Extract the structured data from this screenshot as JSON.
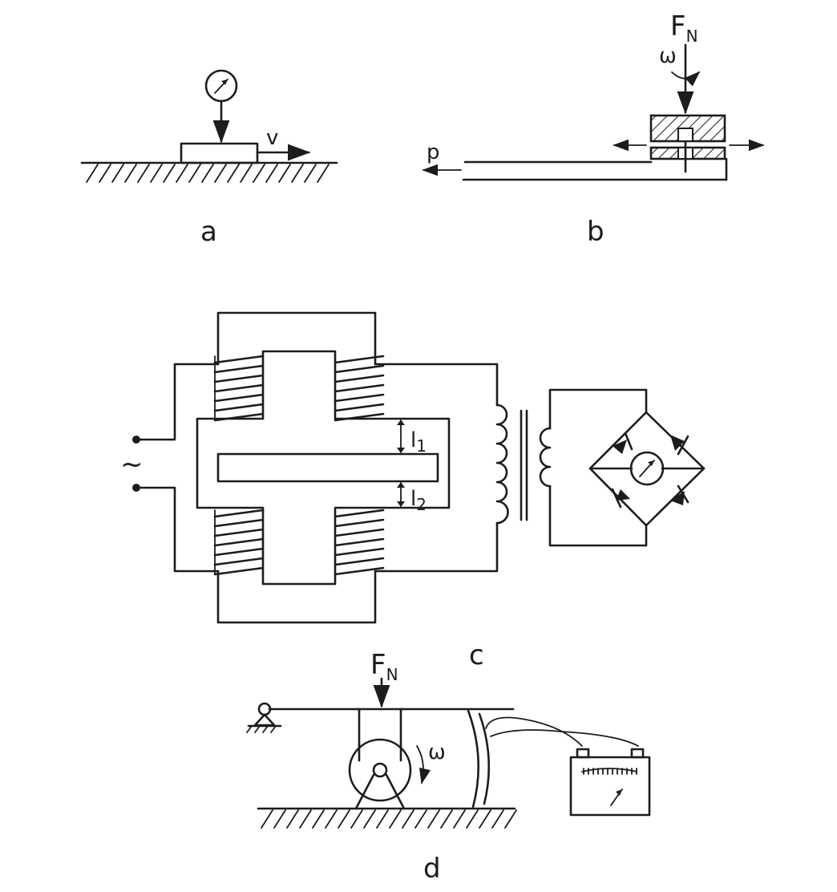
{
  "labels": {
    "a": "a",
    "b": "b",
    "c": "c",
    "d": "d",
    "v": "v",
    "p": "p",
    "F": "F",
    "N": "N",
    "omega": "ω",
    "l": "l",
    "one": "1",
    "two": "2",
    "tilde": "~"
  },
  "colors": {
    "ink": "#1c1c1c",
    "paper": "#ffffff"
  },
  "icons": [
    "dial-gauge-icon",
    "meter-needle-icon",
    "diode-icon",
    "pivot-support-icon",
    "battery-meter-icon"
  ]
}
